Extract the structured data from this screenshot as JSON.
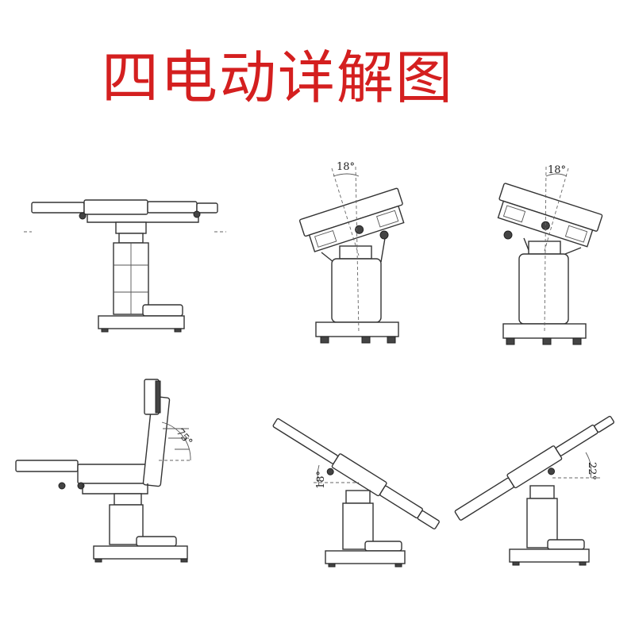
{
  "title": {
    "text": "四电动详解图",
    "color": "#d41f1f"
  },
  "angles": {
    "tilt_right": "18°",
    "tilt_left": "18°",
    "back_raise": "75°",
    "trendelenburg": "18°",
    "reverse_trendelenburg": "22°"
  }
}
